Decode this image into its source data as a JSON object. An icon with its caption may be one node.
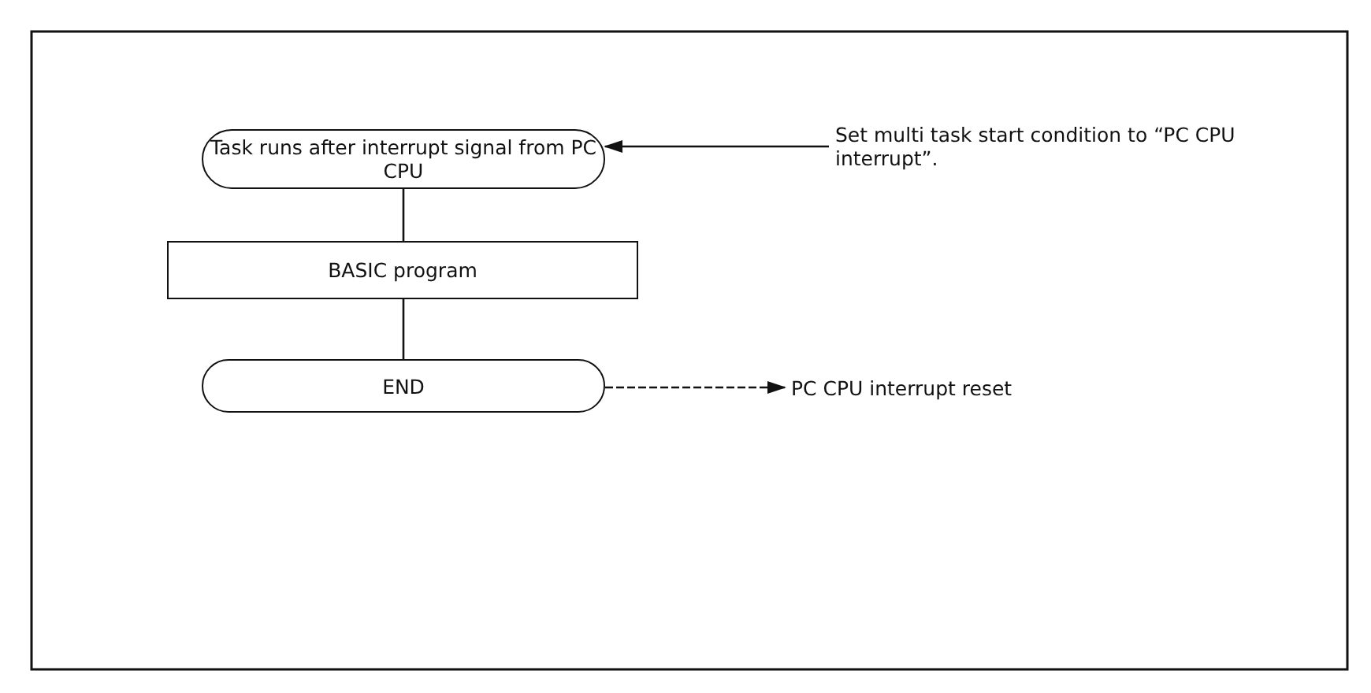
{
  "diagram": {
    "nodes": [
      {
        "text": [
          "Task runs after interrupt signal from PC CPU"
        ]
      },
      {
        "text": [
          "BASIC program"
        ]
      },
      {
        "text": [
          "END"
        ]
      },
      {
        "text": [
          "Set multi task start condition to “PC CPU interrupt”."
        ]
      },
      {
        "text": [
          "PC CPU interrupt reset"
        ]
      }
    ],
    "edges": [
      {
        "from": 0,
        "to": 1,
        "arrow": "none"
      },
      {
        "from": 1,
        "to": 2,
        "arrow": "none"
      },
      {
        "from": 3,
        "to": 0,
        "arrow": "to"
      },
      {
        "from": 2,
        "to": 4,
        "arrow": "to",
        "style": "dashed"
      }
    ]
  }
}
